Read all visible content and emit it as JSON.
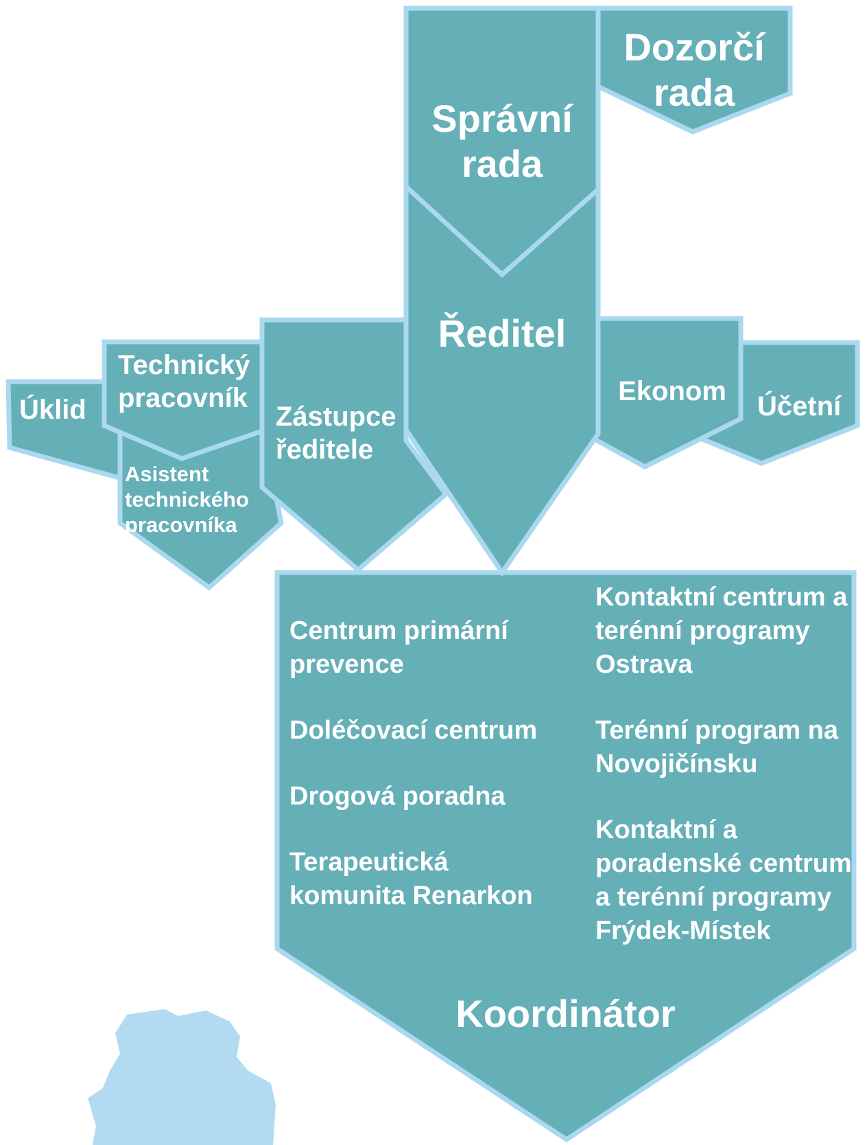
{
  "diagram": {
    "top_board": "Správní\nrada",
    "supervisory_board": "Dozorčí\nrada",
    "director": "Ředitel",
    "deputy": "Zástupce\nředitele",
    "technician": "Technický\npracovník",
    "tech_assistant": "Asistent\ntechnického\npracovníka",
    "cleaning": "Úklid",
    "economist": "Ekonom",
    "accountant": "Účetní",
    "coordinator": "Koordinátor",
    "services_left": [
      "Centrum primární\nprevence",
      "Doléčovací centrum",
      "Drogová poradna",
      "Terapeutická\nkomunita Renarkon"
    ],
    "services_right": [
      "Kontaktní centrum a\nterénní programy\nOstrava",
      "Terénní program na\nNovojičínsku",
      "Kontaktní a\nporadenské centrum\na terénní programy\nFrýdek-Místek"
    ]
  },
  "colors": {
    "fill": "#65afb7",
    "outline": "#a9d8ef",
    "map_watermark": "#b2daf0",
    "text": "#ffffff"
  }
}
